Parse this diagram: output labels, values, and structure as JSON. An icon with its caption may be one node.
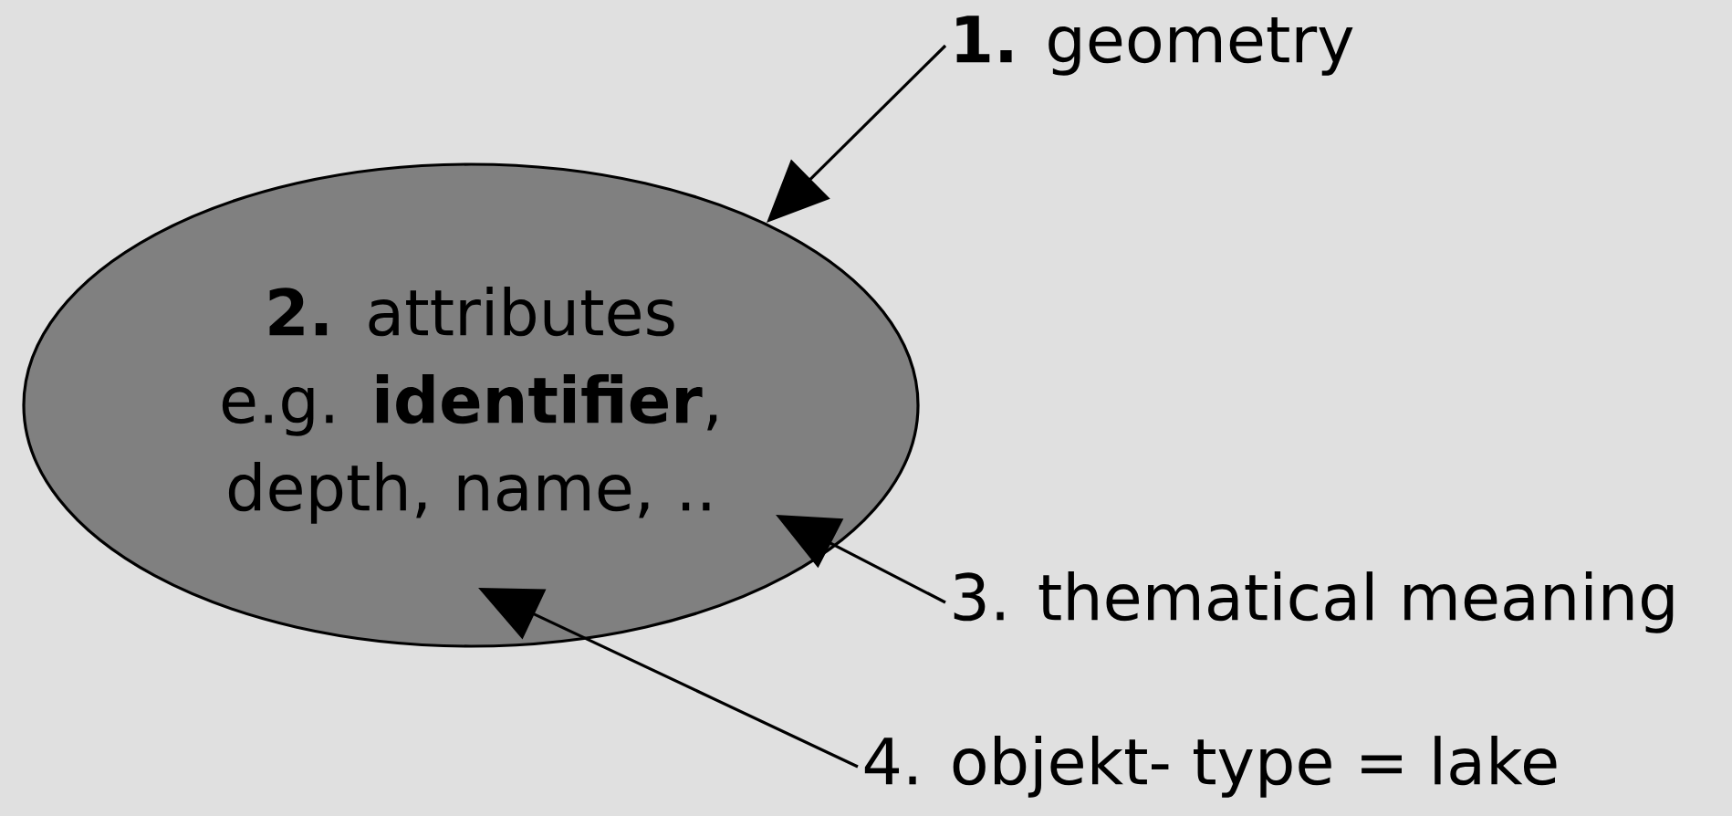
{
  "diagram": {
    "nodes": [
      {
        "text": [
          "**1.** geometry"
        ]
      },
      {
        "text": [
          "**2.** attributes e.g. **identifier**, depth, name, .."
        ]
      },
      {
        "text": [
          "3. thematical meaning"
        ]
      },
      {
        "text": [
          "4. objekt- type = lake"
        ]
      }
    ],
    "edges": [
      {
        "from": 0,
        "to": 1,
        "arrow": "to"
      },
      {
        "from": 2,
        "to": 1,
        "arrow": "to"
      },
      {
        "from": 3,
        "to": 1,
        "arrow": "to"
      }
    ]
  }
}
